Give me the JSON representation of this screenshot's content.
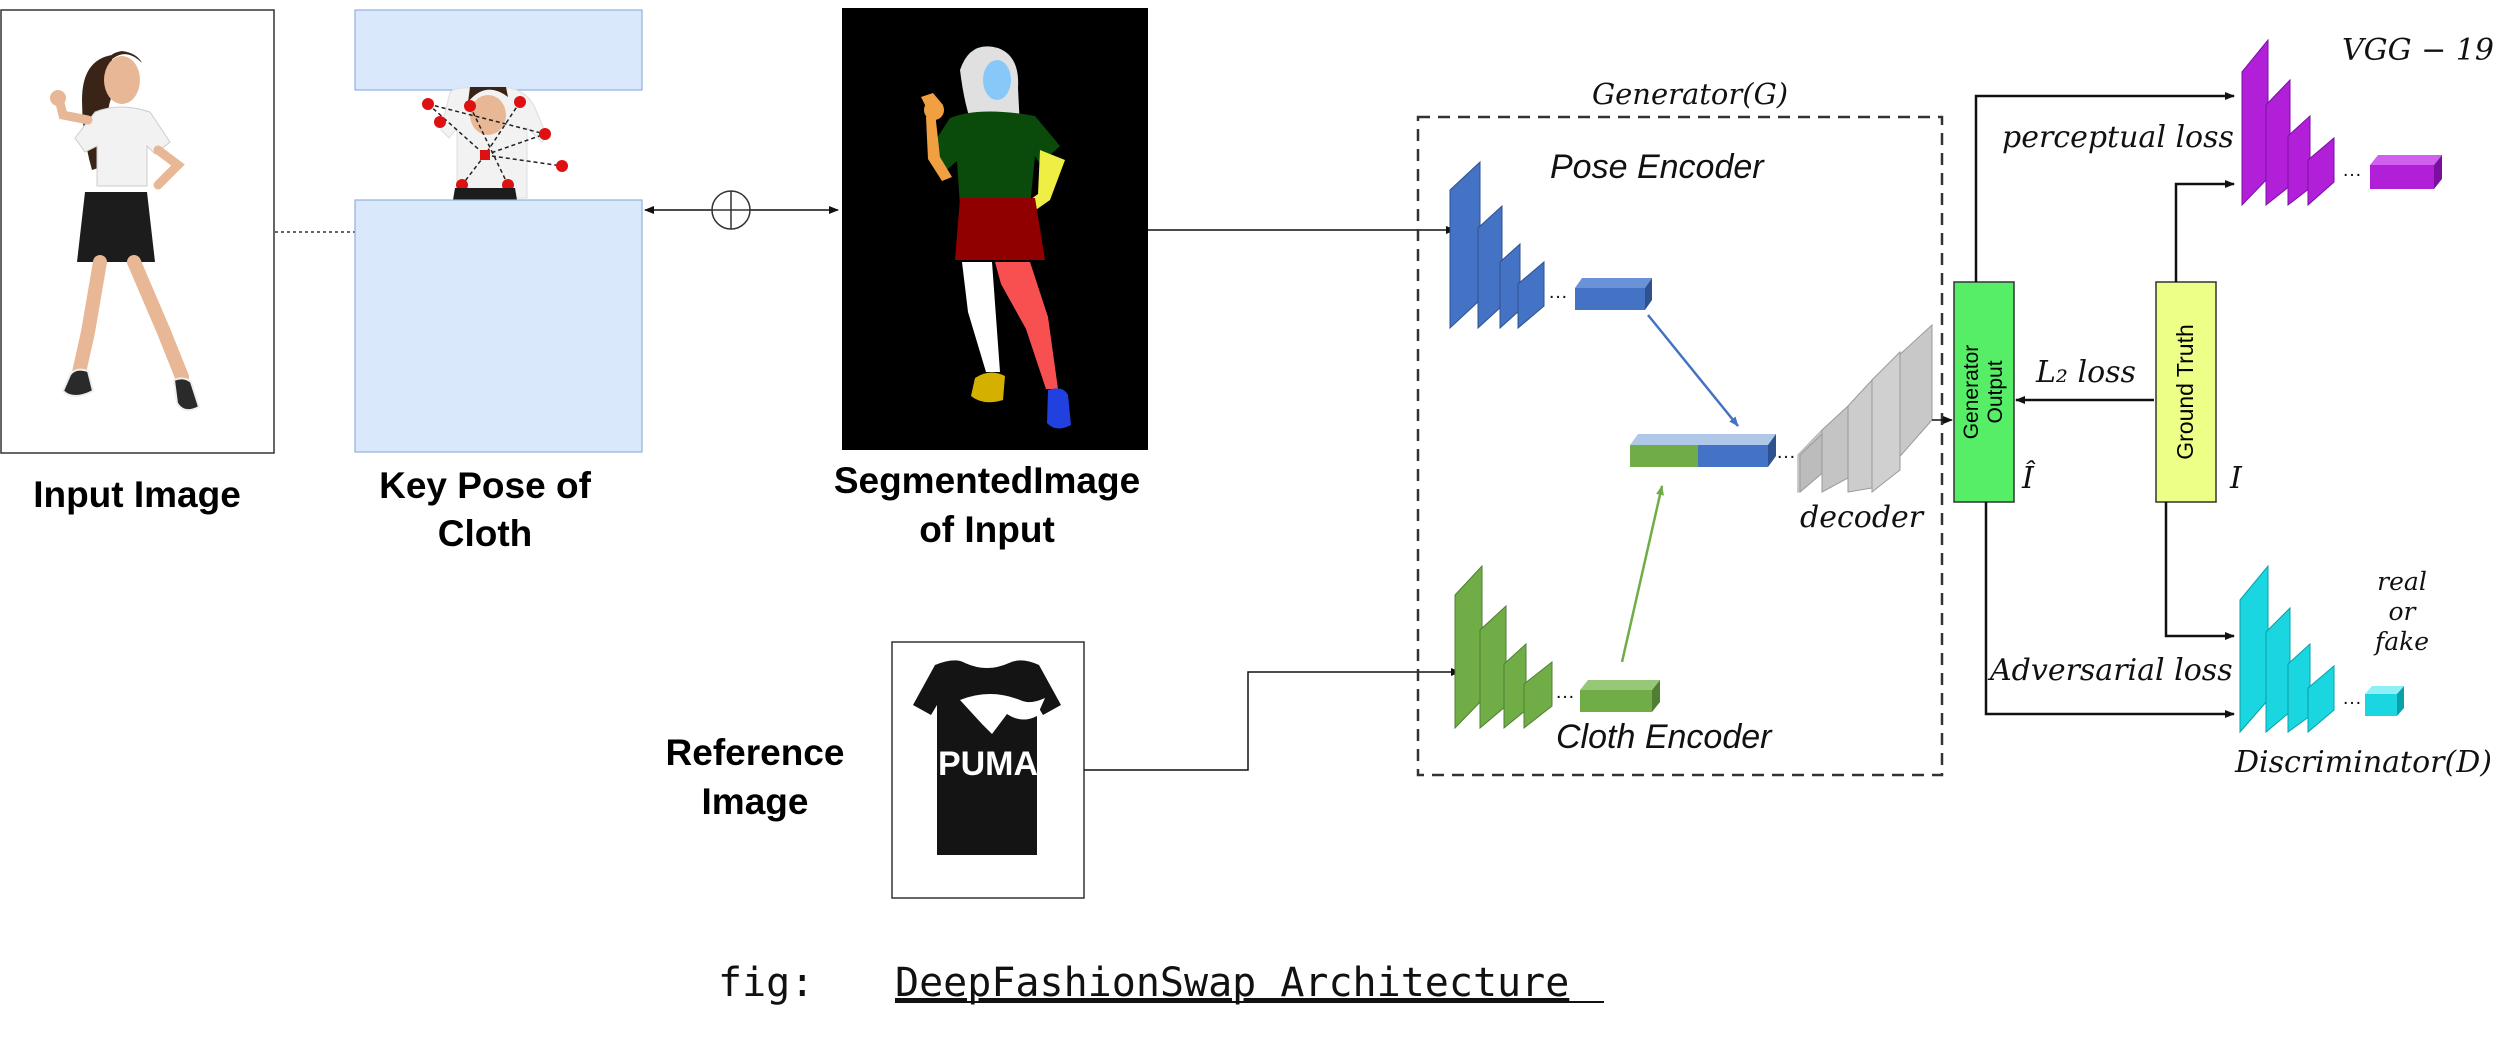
{
  "inputs": {
    "input_image": "Input Image",
    "key_pose_line1": "Key Pose of",
    "key_pose_line2": "Cloth",
    "segmented_line1": "SegmentedImage",
    "segmented_line2": "of Input",
    "reference_line1": "Reference",
    "reference_line2": "Image",
    "puma_logo": "PUMA"
  },
  "generator": {
    "title": "Generator(G)",
    "pose_encoder": "Pose Encoder",
    "cloth_encoder": "Cloth Encoder",
    "decoder": "decoder"
  },
  "outputs": {
    "generator_output_line1": "Generator",
    "generator_output_line2": "Output",
    "ground_truth": "Ground Truth",
    "i_hat": "Î",
    "i": "I",
    "l2_loss": "L₂ loss",
    "perceptual_loss": "perceptual loss",
    "adversarial_loss": "Adversarial loss",
    "vgg": "VGG − 19",
    "real": "real",
    "or": "or",
    "fake": "fake",
    "discriminator": "Discriminator(D)"
  },
  "caption": {
    "prefix": "fig:",
    "title": "DeepFashionSwap Architecture"
  },
  "colors": {
    "pose_blue": "#4472c4",
    "cloth_green": "#70ad47",
    "decoder_gray": "#c0c0c0",
    "generator_output": "#55ee66",
    "ground_truth": "#eeff88",
    "vgg_purple": "#b21fd8",
    "discriminator_cyan": "#19d6e0",
    "pose_panel": "#dae8fb"
  }
}
